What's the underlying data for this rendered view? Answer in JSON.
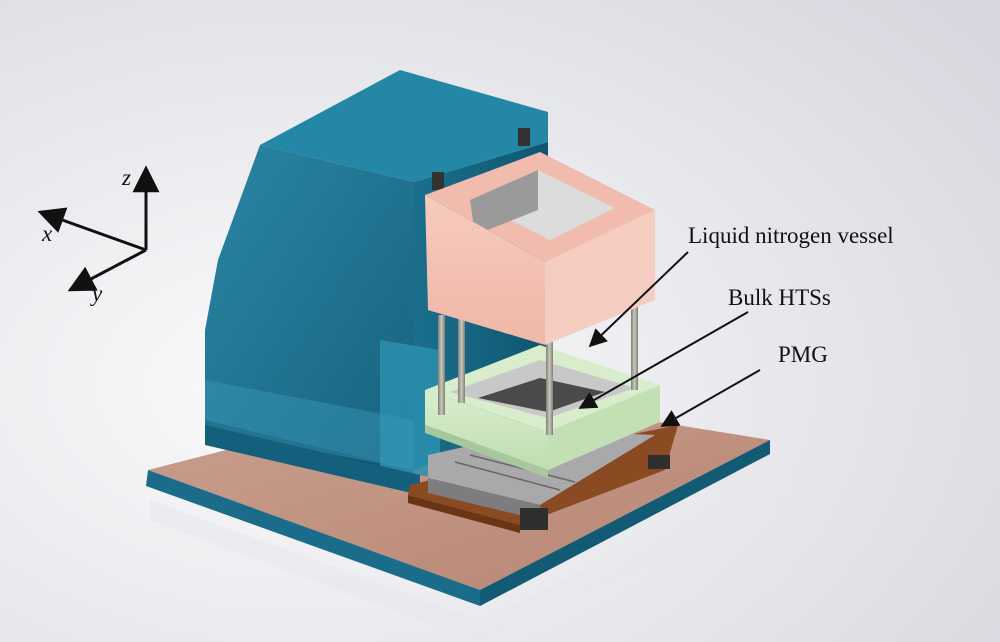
{
  "axes": {
    "x": "x",
    "y": "y",
    "z": "z"
  },
  "labels": {
    "vessel": "Liquid nitrogen vessel",
    "bulk": "Bulk HTSs",
    "pmg": "PMG"
  },
  "colors": {
    "background_light": "#f7f7f9",
    "background_dark": "#dcdde3",
    "frame": "#1d7290",
    "frame_dark": "#0f5670",
    "frame_light": "#2f8aa8",
    "base_top": "#c49785",
    "base_edge": "#1b6c8a",
    "vessel": "#f4c2b5",
    "vessel_shade": "#e3ab9c",
    "cryostat": "#cfe8c2",
    "pmg_plate": "#8a4a22",
    "magnet": "#9a9a9c",
    "rod": "#9b9b8f",
    "label_text": "#111111"
  }
}
